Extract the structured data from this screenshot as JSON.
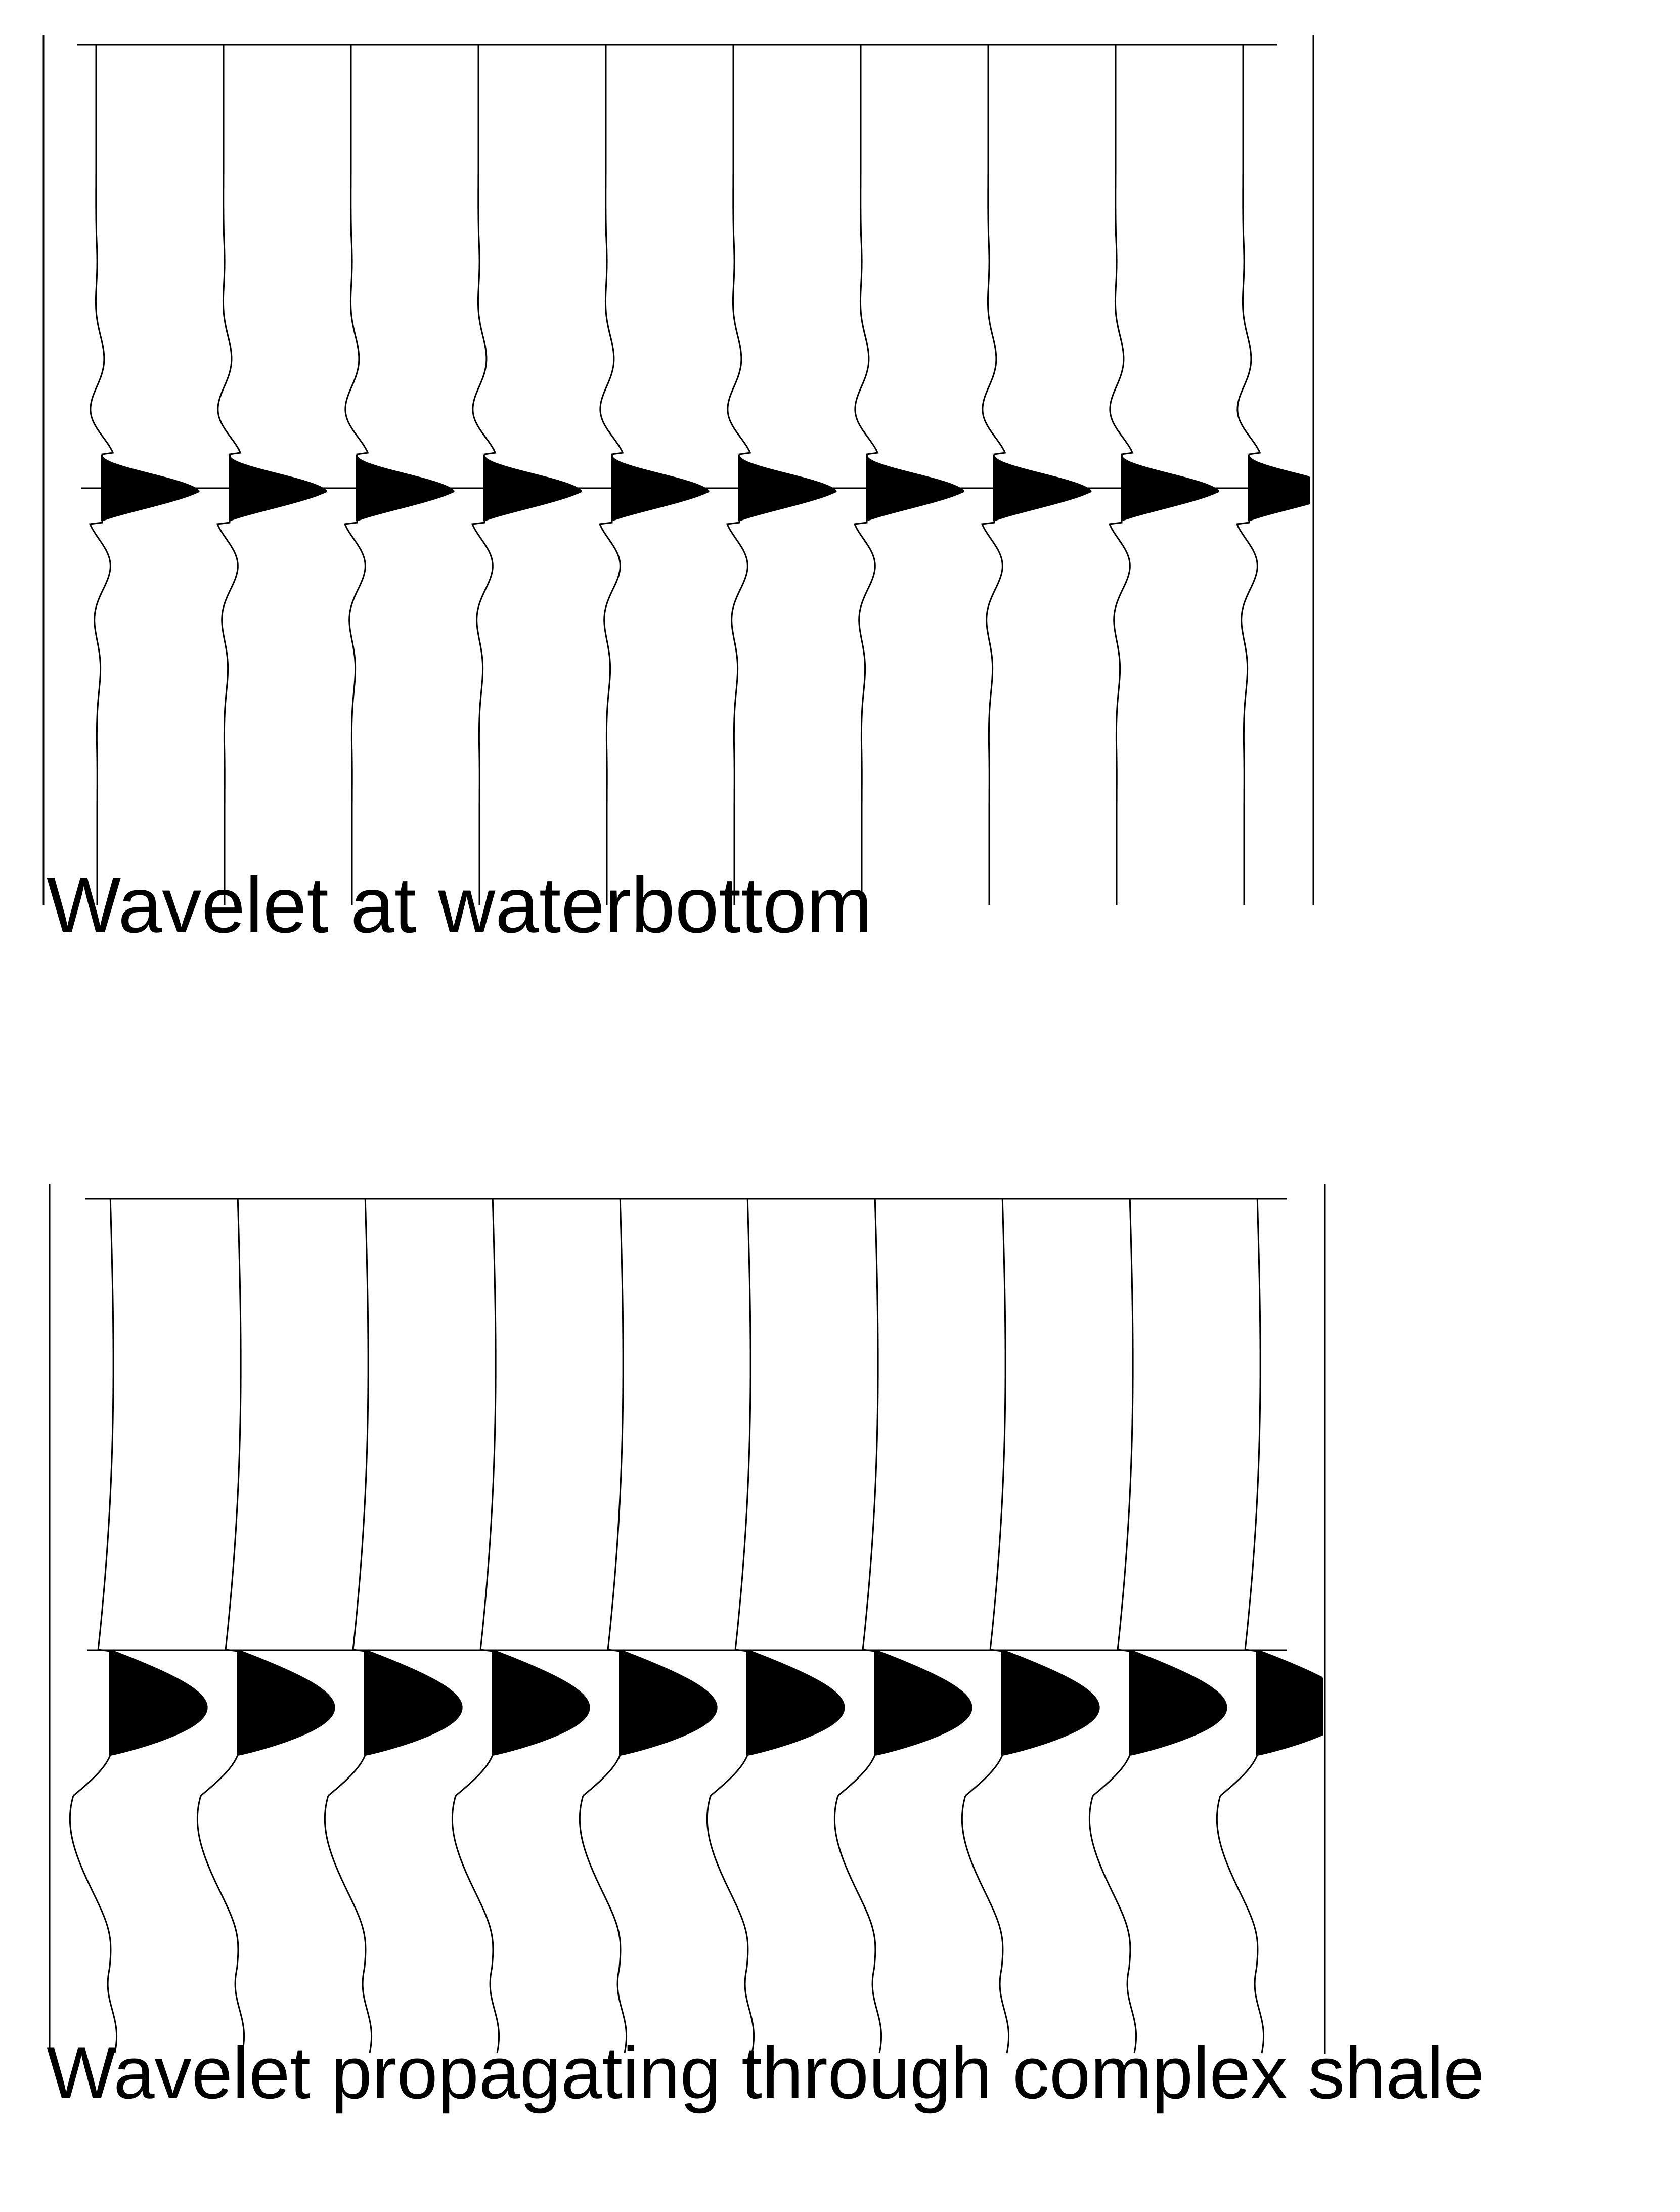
{
  "panels": [
    {
      "id": "waterbottom",
      "caption": "Wavelet at waterbottom",
      "trace_count": 10,
      "wavelet": "sharp symmetric pulse with ringing side lobes",
      "fill_color": "#000000",
      "line_color": "#000000"
    },
    {
      "id": "complex-shale",
      "caption": "Wavelet propagating through complex shale",
      "trace_count": 10,
      "wavelet": "broadened pulse with low-frequency trailing lobe",
      "fill_color": "#000000",
      "line_color": "#000000"
    }
  ]
}
